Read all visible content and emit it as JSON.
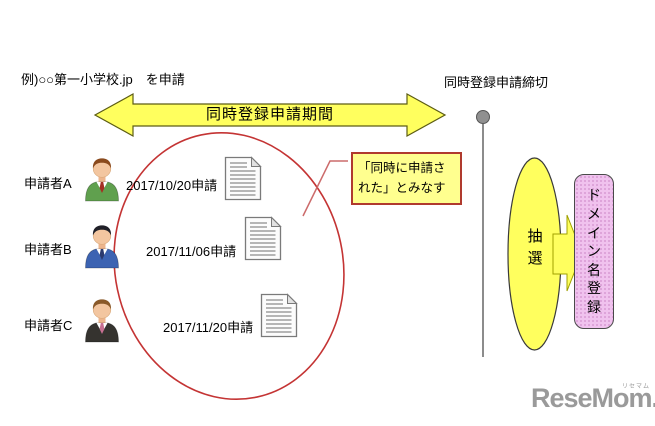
{
  "colors": {
    "accent_yellow": "#ffff5e",
    "note_fill": "#ffff8f",
    "note_border": "#b03a2e",
    "ellipse_red": "#c43434",
    "leader_red": "#cc6b6b",
    "pin_gray": "#8c8c8c",
    "pink_fill": "#f0c2ee",
    "pink_dot": "#d89ad4",
    "arrow_outline": "#5c5c14",
    "logo_gray": "#9a9a9a"
  },
  "header": {
    "example_label": "例)○○第一小学校.jp　を申請",
    "deadline_label": "同時登録申請締切"
  },
  "period_arrow": {
    "label": "同時登録申請期間"
  },
  "note": {
    "text": "「同時に申請された」とみなす"
  },
  "applicants": [
    {
      "name": "申請者A",
      "date": "2017/10/20申請",
      "icon": "person-green-suit-icon",
      "icon_colors": {
        "suit": "#60a04e",
        "hair": "#8a4a1d",
        "tie": "#a52f22"
      }
    },
    {
      "name": "申請者B",
      "date": "2017/11/06申請",
      "icon": "person-blue-suit-icon",
      "icon_colors": {
        "suit": "#3c63b2",
        "hair": "#202028",
        "tie": "#2c3a6e"
      }
    },
    {
      "name": "申請者C",
      "date": "2017/11/20申請",
      "icon": "person-black-suit-icon",
      "icon_colors": {
        "suit": "#35332f",
        "hair": "#8a5a2a",
        "tie": "#c76f92"
      }
    }
  ],
  "process": {
    "lottery_label": "抽選",
    "registration_label": "ドメイン名登録"
  },
  "logo": {
    "text": "ReseMom.",
    "ruby": "リセマム"
  }
}
